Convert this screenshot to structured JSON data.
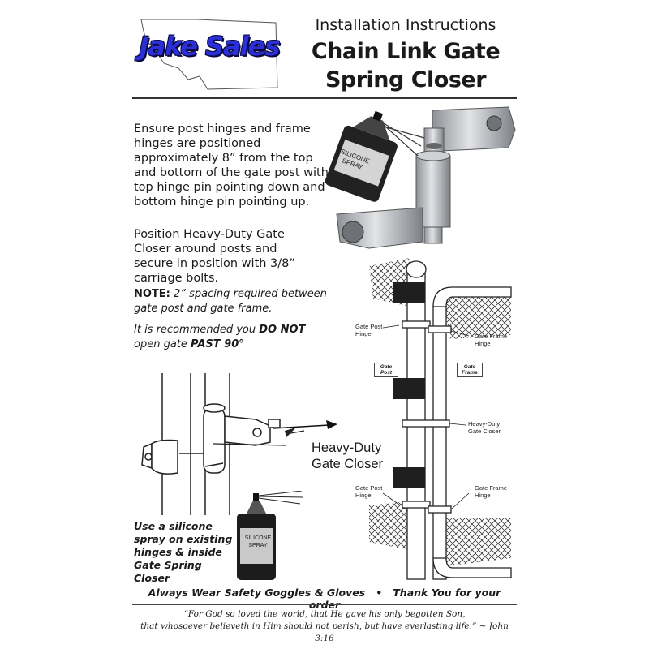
{
  "header": {
    "brand": "Jake Sales",
    "subtitle": "Installation Instructions",
    "title_line1": "Chain Link Gate",
    "title_line2": "Spring Closer"
  },
  "instructions": {
    "step1": "Ensure post hinges and frame hinges are positioned approximately 8” from the top and bottom of the gate post with top hinge pin pointing down and bottom hinge pin pointing up.",
    "step2": "Position Heavy-Duty Gate Closer around posts and secure in position with 3/8” carriage bolts.",
    "note_label": "NOTE:",
    "note_text": " 2” spacing required between gate post and gate frame.",
    "recommend_pre": "It is recommended you ",
    "recommend_not": "DO NOT",
    "recommend_mid": " open gate ",
    "recommend_past": "PAST 90°"
  },
  "diagram": {
    "closer_label_line1": "Heavy-Duty",
    "closer_label_line2": "Gate Closer",
    "spray_label_line1": "SILICONE",
    "spray_label_line2": "SPRAY",
    "spray_note": "Use a silicone spray on existing hinges & inside Gate Spring Closer",
    "gate_post_hinge_top": "Gate Post Hinge",
    "gate_frame_hinge_top": "Gate Frame Hinge",
    "gate_post_box": "Gate Post",
    "gate_frame_box": "Gate Frame",
    "hd_gate_closer_small": "Heavy-Duty Gate Closer",
    "gate_post_hinge_bottom": "Gate Post Hinge",
    "gate_frame_hinge_bottom": "Gate Frame Hinge"
  },
  "footer": {
    "safety_left": "Always Wear Safety Goggles & Gloves",
    "bullet": "•",
    "safety_right": "Thank You for your order",
    "verse_line1": "“For God so loved the world, that He gave his only begotten Son,",
    "verse_line2": "that whosoever believeth in Him should not perish, but have everlasting life.” ~ John 3:16"
  },
  "colors": {
    "brand_blue": "#2a2fd8",
    "metal": "#b8bcc0"
  }
}
